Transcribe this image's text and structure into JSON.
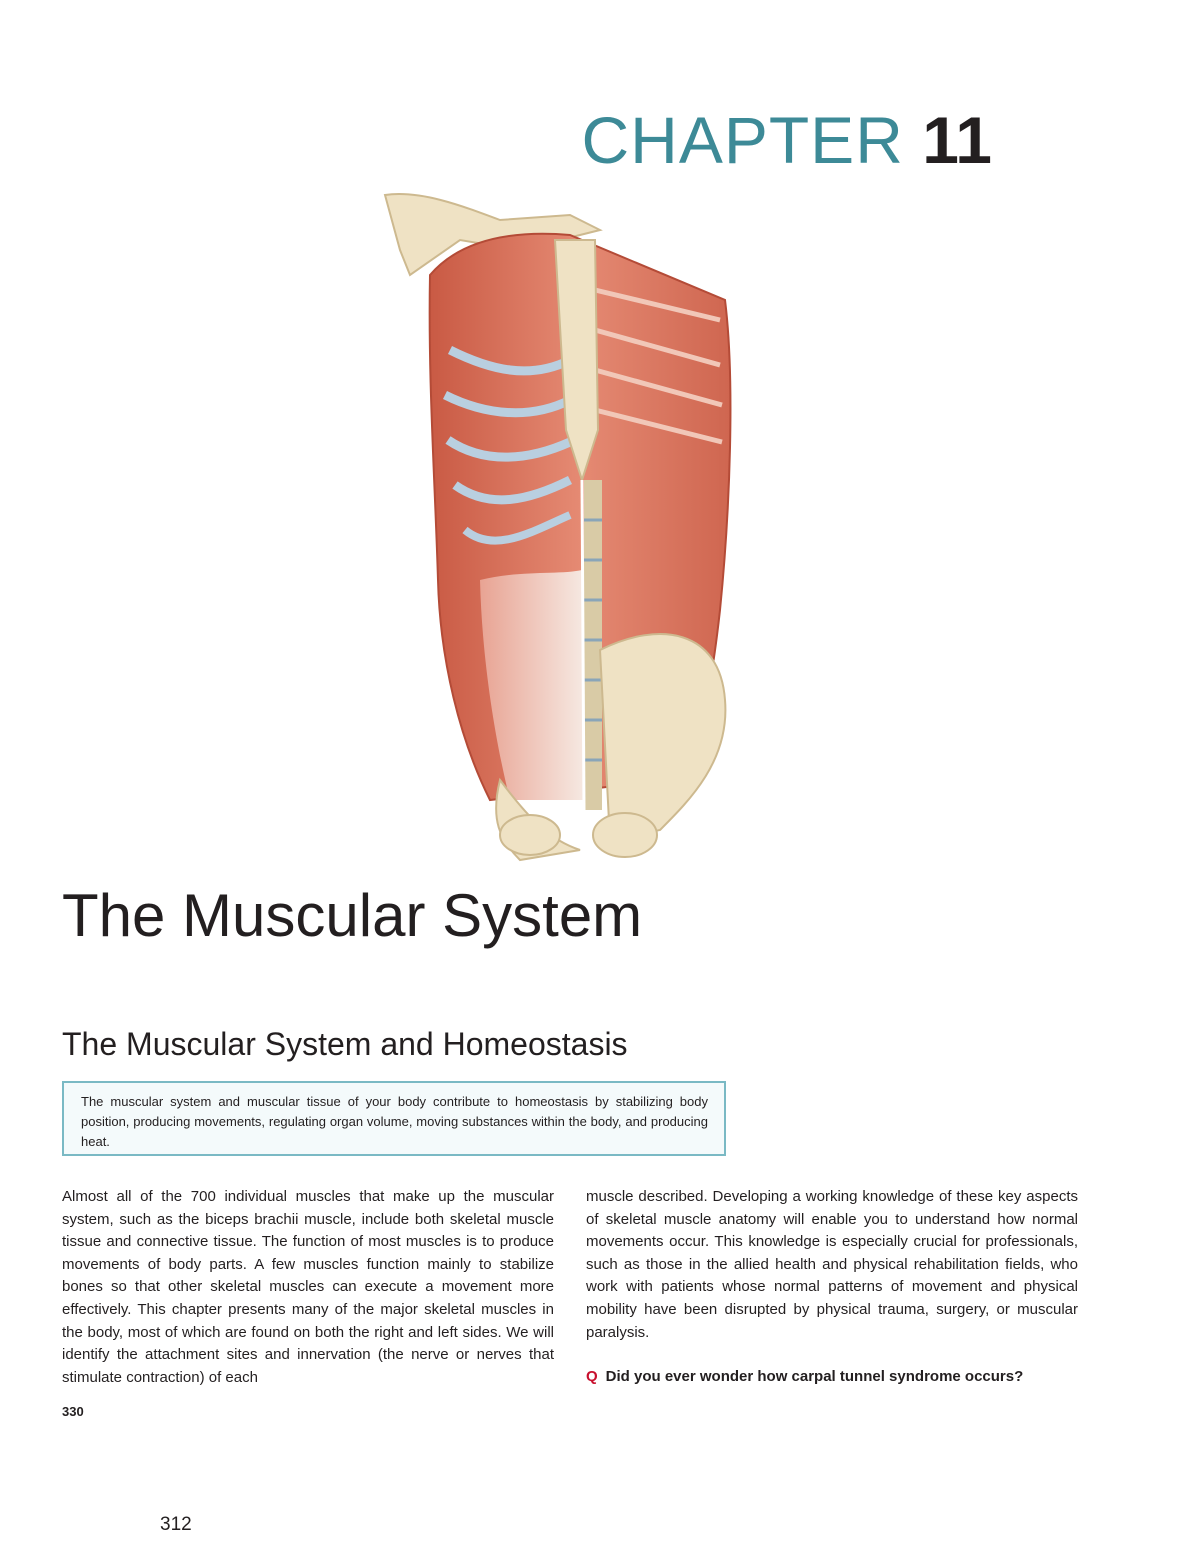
{
  "chapter": {
    "word": "CHAPTER",
    "number": "11",
    "title": "The Muscular System"
  },
  "section": {
    "title": "The Muscular System and Homeostasis",
    "box_text": "The muscular system and muscular tissue of your body contribute to homeostasis by stabilizing body position, producing movements, regulating organ volume, moving substances within the body, and producing heat."
  },
  "body": {
    "left_column": "Almost all of the 700 individual muscles that make up the muscular system, such as the biceps brachii muscle, include both skeletal muscle tissue and connective tissue. The function of most muscles is to produce movements of body parts. A few muscles function mainly to stabilize bones so that other skeletal muscles can execute a movement more effectively. This chapter presents many of the major skeletal muscles in the body, most of which are found on both the right and left sides. We will identify the attachment sites and innervation (the nerve or nerves that stimulate contraction) of each",
    "right_column": "muscle described. Developing a working knowledge of these key aspects of skeletal muscle anatomy will enable you to understand how normal movements occur. This knowledge is especially crucial for professionals, such as those in the allied health and physical rehabilitation fields, who work with patients whose normal patterns of movement and physical mobility have been disrupted by physical trauma, surgery, or muscular paralysis."
  },
  "question": {
    "marker": "Q",
    "text": "Did you ever wonder how carpal tunnel syndrome occurs?"
  },
  "page_numbers": {
    "original": "330",
    "pdf": "312"
  },
  "colors": {
    "chapter_accent": "#3d8a97",
    "box_border": "#7ab9c4",
    "question_marker": "#c8102e",
    "muscle": "#d9725c",
    "bone": "#efe2c4",
    "cartilage": "#b9cfe0"
  }
}
